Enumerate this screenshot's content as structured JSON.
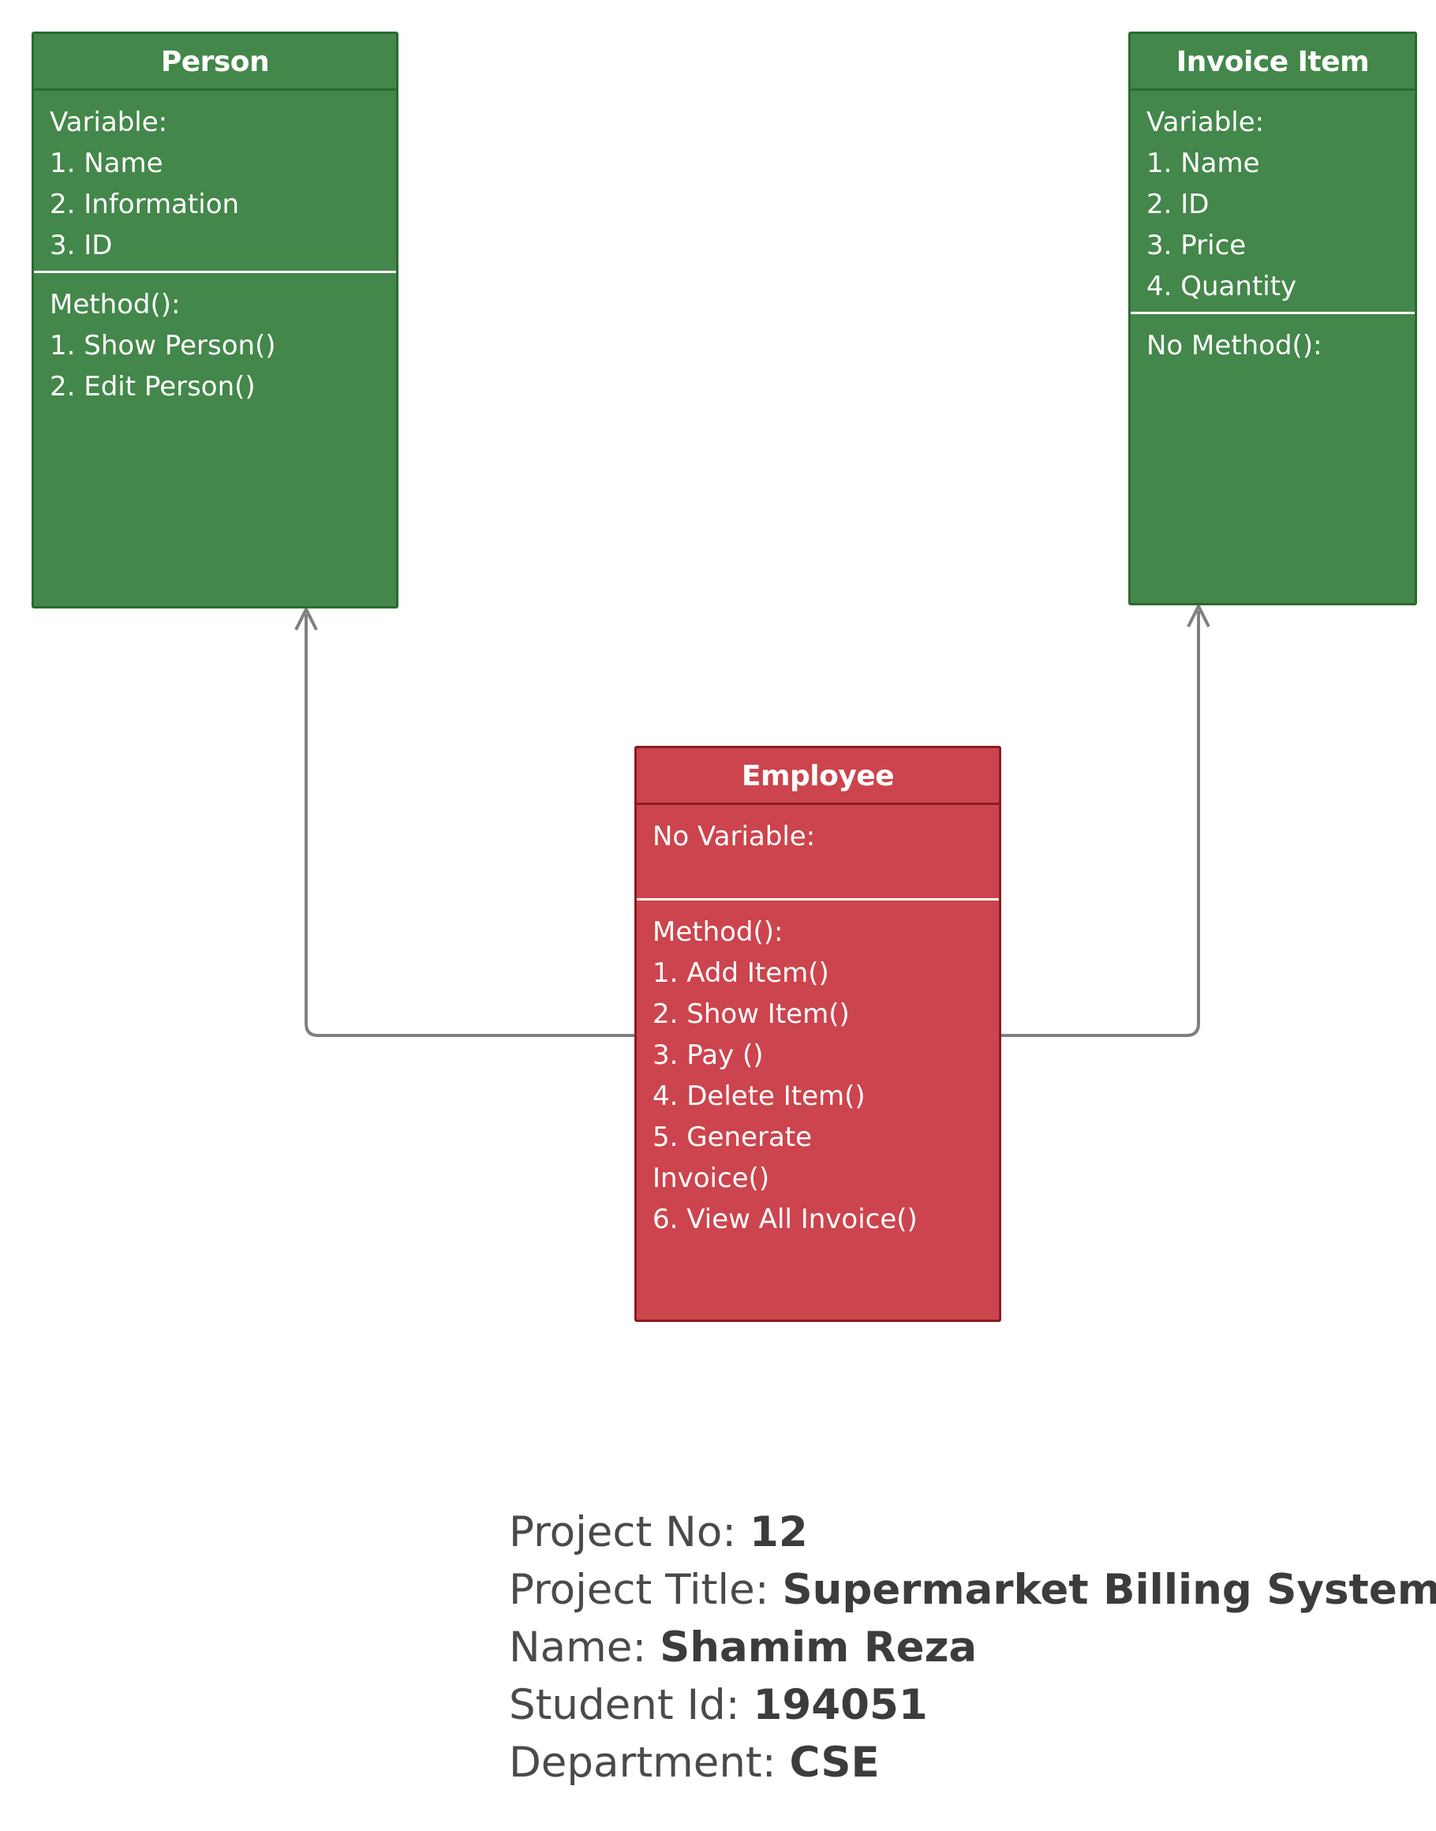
{
  "classes": {
    "person": {
      "name": "Person",
      "variables": [
        "Variable:",
        "1. Name",
        "2. Information",
        "3. ID"
      ],
      "methods": [
        "Method():",
        "1. Show Person()",
        "2. Edit Person()"
      ]
    },
    "invoice_item": {
      "name": "Invoice Item",
      "variables": [
        "Variable:",
        "1. Name",
        "2. ID",
        "3. Price",
        "4. Quantity"
      ],
      "methods": [
        "No Method():"
      ]
    },
    "employee": {
      "name": "Employee",
      "variables": [
        "No Variable:"
      ],
      "methods": [
        "Method():",
        "1. Add Item()",
        "2. Show Item()",
        "3. Pay ()",
        "4. Delete Item()",
        "5. Generate",
        "Invoice()",
        "6. View All Invoice()"
      ]
    }
  },
  "relations": [
    {
      "from": "Employee",
      "to": "Person",
      "type": "generalization"
    },
    {
      "from": "Employee",
      "to": "Invoice Item",
      "type": "generalization"
    }
  ],
  "project_info": {
    "project_no_label": "Project No:",
    "project_no": "12",
    "project_title_label": "Project Title:",
    "project_title": "Supermarket Billing System",
    "name_label": "Name:",
    "name": "Shamim Reza",
    "student_id_label": "Student Id:",
    "student_id": "194051",
    "department_label": "Department:",
    "department": "CSE"
  },
  "colors": {
    "class_green": "#43874a",
    "class_red": "#cc444d",
    "connector": "#7f7f7f",
    "info_text": "#4a4a4a"
  }
}
